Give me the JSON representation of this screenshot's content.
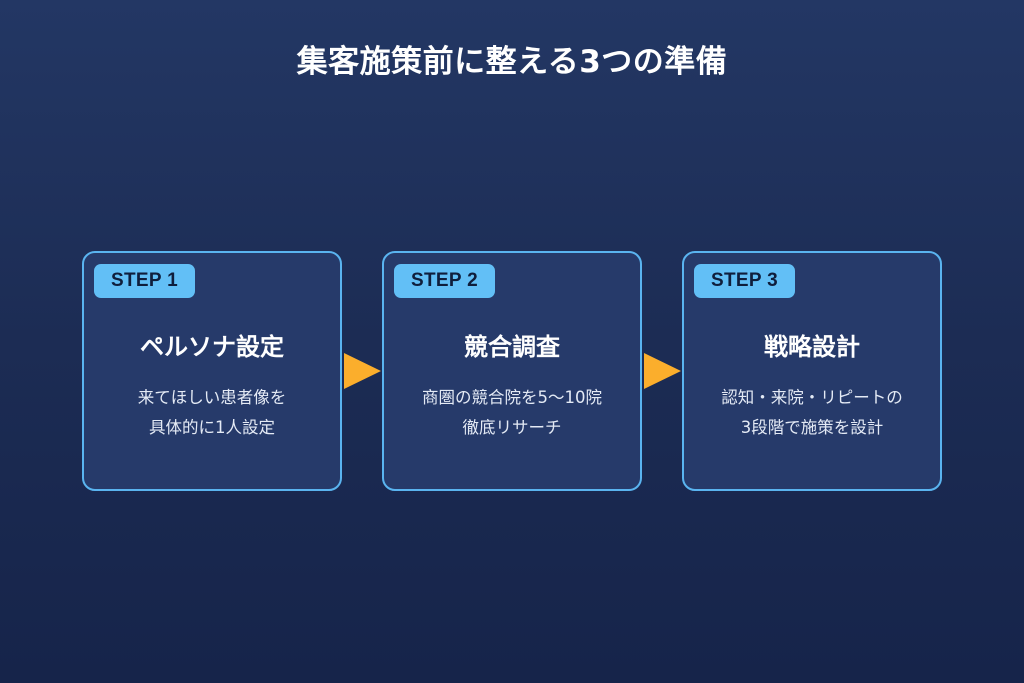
{
  "title": "集客施策前に整える3つの準備",
  "colors": {
    "background_top": "#233764",
    "background_bottom": "#16244a",
    "card_fill": "#263a6a",
    "card_border": "#5ab4f0",
    "badge_fill": "#62bff6",
    "badge_text": "#0f1e3c",
    "arrow": "#fbae2c",
    "text": "#ffffff"
  },
  "steps": [
    {
      "badge": "STEP 1",
      "title": "ペルソナ設定",
      "desc_line1": "来てほしい患者像を",
      "desc_line2": "具体的に1人設定"
    },
    {
      "badge": "STEP 2",
      "title": "競合調査",
      "desc_line1": "商圏の競合院を5〜10院",
      "desc_line2": "徹底リサーチ"
    },
    {
      "badge": "STEP 3",
      "title": "戦略設計",
      "desc_line1": "認知・来院・リピートの",
      "desc_line2": "3段階で施策を設計"
    }
  ],
  "connectors": [
    {
      "icon": "arrow-right-icon"
    },
    {
      "icon": "arrow-right-icon"
    }
  ]
}
